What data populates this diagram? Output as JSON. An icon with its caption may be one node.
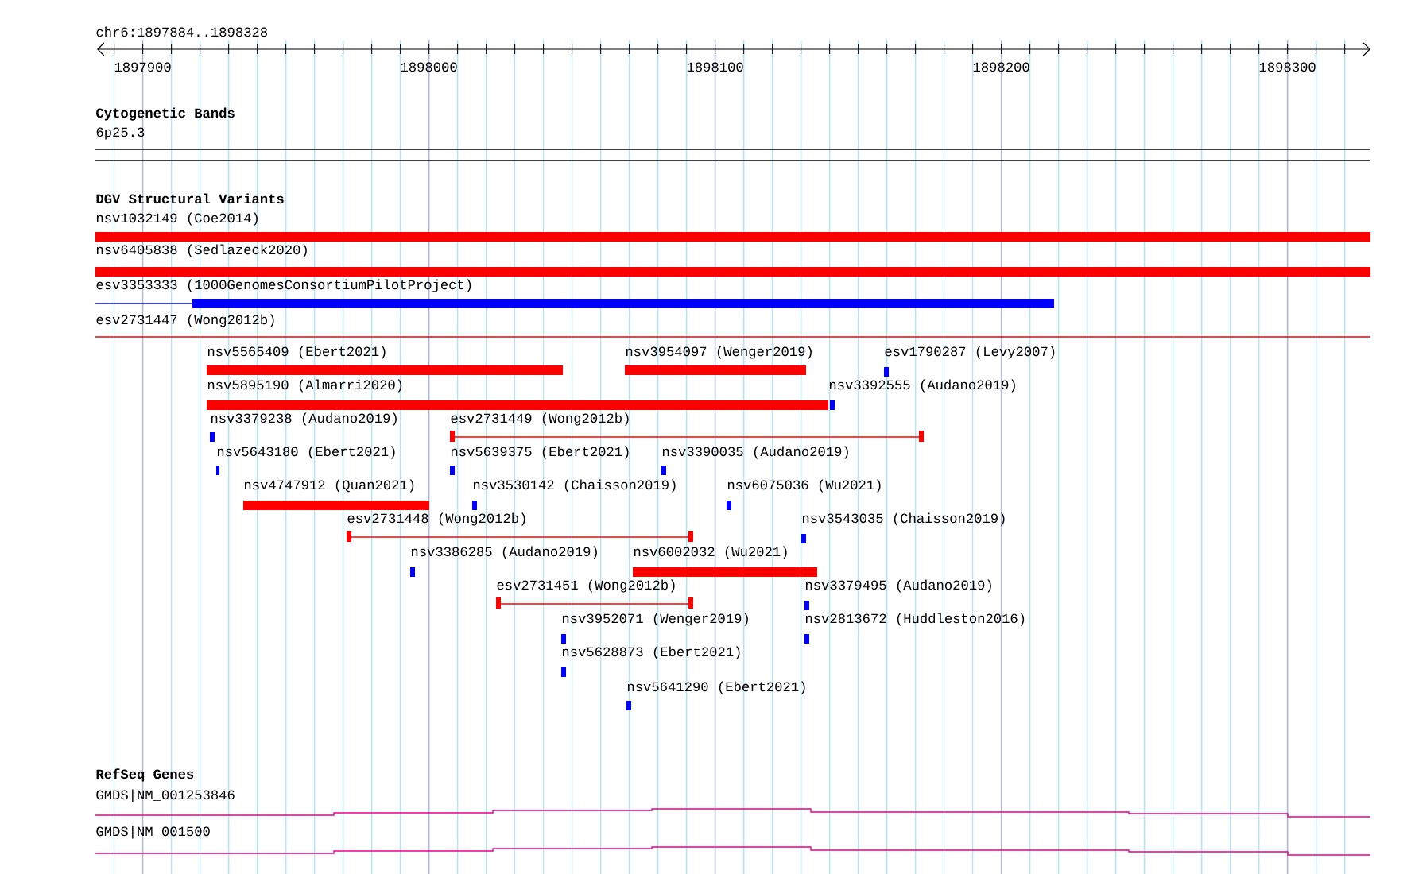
{
  "diagram": {
    "title": "chr6:1897884..1898328",
    "nodes": [
      {
        "text": [
          "6p25.3"
        ]
      },
      {
        "text": [
          "nsv1032149 (Coe2014)"
        ]
      },
      {
        "text": [
          "nsv6405838 (Sedlazeck2020)"
        ]
      },
      {
        "text": [
          "esv3353333 (1000GenomesConsortiumPilotProject)"
        ]
      },
      {
        "text": [
          "esv2731447 (Wong2012b)"
        ]
      },
      {
        "text": [
          "nsv5565409 (Ebert2021)"
        ]
      },
      {
        "text": [
          "nsv3954097 (Wenger2019)"
        ]
      },
      {
        "text": [
          "esv1790287 (Levy2007)"
        ]
      },
      {
        "text": [
          "nsv5895190 (Almarri2020)"
        ]
      },
      {
        "text": [
          "nsv3392555 (Audano2019)"
        ]
      },
      {
        "text": [
          "nsv3379238 (Audano2019)"
        ]
      },
      {
        "text": [
          "esv2731449 (Wong2012b)"
        ]
      },
      {
        "text": [
          "nsv5643180 (Ebert2021)"
        ]
      },
      {
        "text": [
          "nsv5639375 (Ebert2021)"
        ]
      },
      {
        "text": [
          "nsv3390035 (Audano2019)"
        ]
      },
      {
        "text": [
          "nsv4747912 (Quan2021)"
        ]
      },
      {
        "text": [
          "nsv3530142 (Chaisson2019)"
        ]
      },
      {
        "text": [
          "nsv6075036 (Wu2021)"
        ]
      },
      {
        "text": [
          "esv2731448 (Wong2012b)"
        ]
      },
      {
        "text": [
          "nsv3543035 (Chaisson2019)"
        ]
      },
      {
        "text": [
          "nsv3386285 (Audano2019)"
        ]
      },
      {
        "text": [
          "nsv6002032 (Wu2021)"
        ]
      },
      {
        "text": [
          "esv2731451 (Wong2012b)"
        ]
      },
      {
        "text": [
          "nsv3379495 (Audano2019)"
        ]
      },
      {
        "text": [
          "nsv3952071 (Wenger2019)"
        ]
      },
      {
        "text": [
          "nsv2813672 (Huddleston2016)"
        ]
      },
      {
        "text": [
          "nsv5628873 (Ebert2021)"
        ]
      },
      {
        "text": [
          "nsv5641290 (Ebert2021)"
        ]
      },
      {
        "text": [
          "GMDS|NM_001253846"
        ]
      },
      {
        "text": [
          "GMDS|NM_001500"
        ]
      }
    ],
    "labels": [
      "1897900",
      "1898000",
      "1898100",
      "1898200",
      "1898300",
      "Cytogenetic Bands",
      "DGV Structural Variants",
      "RefSeq Genes"
    ]
  }
}
